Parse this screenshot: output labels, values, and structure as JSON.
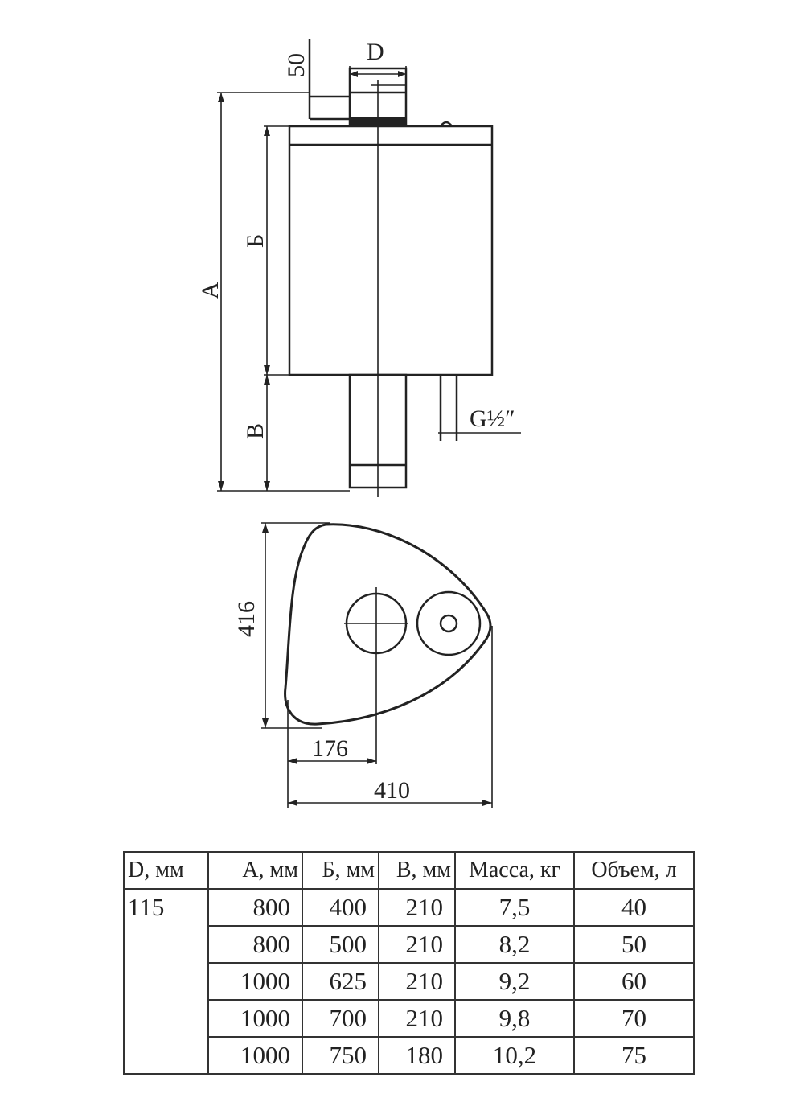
{
  "drawing": {
    "labels": {
      "dim_50": "50",
      "dim_D": "D",
      "dim_A": "А",
      "dim_B1": "Б",
      "dim_V": "В",
      "thread": "G½″",
      "dim_416": "416",
      "dim_176": "176",
      "dim_410": "410"
    }
  },
  "table": {
    "headers": [
      "D, мм",
      "А, мм",
      "Б, мм",
      "В, мм",
      "Масса, кг",
      "Объем, л"
    ],
    "d_value": "115",
    "rows": [
      {
        "a": "800",
        "b": "400",
        "v": "210",
        "mass": "7,5",
        "volume": "40"
      },
      {
        "a": "800",
        "b": "500",
        "v": "210",
        "mass": "8,2",
        "volume": "50"
      },
      {
        "a": "1000",
        "b": "625",
        "v": "210",
        "mass": "9,2",
        "volume": "60"
      },
      {
        "a": "1000",
        "b": "700",
        "v": "210",
        "mass": "9,8",
        "volume": "70"
      },
      {
        "a": "1000",
        "b": "750",
        "v": "180",
        "mass": "10,2",
        "volume": "75"
      }
    ]
  }
}
